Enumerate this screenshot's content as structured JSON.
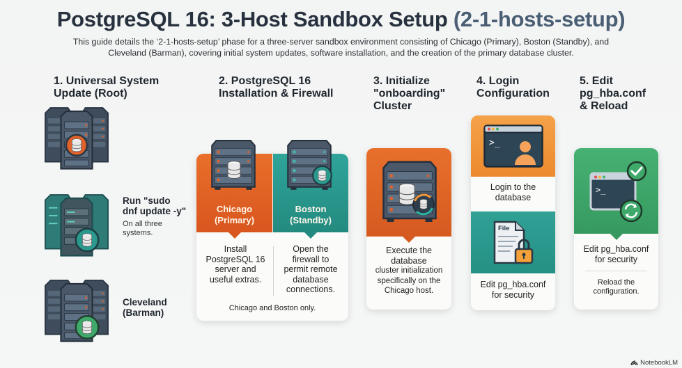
{
  "header": {
    "title_main": "PostgreSQL 16: 3-Host Sandbox Setup ",
    "title_sub": "(2-1-hosts-setup)",
    "subtitle": "This guide details the ‘2-1-hosts-setup’ phase for a three-server sandbox environment consisting of Chicago (Primary), Boston (Standby), and Cleveland (Barman), covering initial system updates, software installation, and the creation of the primary database cluster."
  },
  "colors": {
    "orange": "#e0622a",
    "teal": "#2a9a8e",
    "green": "#3fa96b",
    "amber": "#f0953a",
    "slate": "#3c4a5a"
  },
  "steps": [
    {
      "heading": "1. Universal System Update (Root)",
      "heading_l1": "1. Universal System",
      "heading_l2": "Update (Root)",
      "servers": [
        {
          "icon": "server-stack-orange-db-icon"
        },
        {
          "icon": "server-stack-teal-db-icon"
        },
        {
          "icon": "server-stack-green-db-icon"
        }
      ],
      "command_title_l1": "Run \"sudo",
      "command_title_l2": "dnf update -y\"",
      "command_note_l1": "On all three",
      "command_note_l2": "systems.",
      "cleveland_l1": "Cleveland",
      "cleveland_l2": "(Barman)"
    },
    {
      "heading_l1": "2. PostgreSQL 16",
      "heading_l2": "Installation & Firewall",
      "left": {
        "label_l1": "Chicago",
        "label_l2": "(Primary)",
        "text": [
          "Install",
          "PostgreSQL 16",
          "server and",
          "useful extras."
        ]
      },
      "right": {
        "label_l1": "Boston",
        "label_l2": "(Standby)",
        "text": [
          "Open the",
          "firewall to",
          "permit remote",
          "database",
          "connections."
        ]
      },
      "footer": "Chicago and Boston only."
    },
    {
      "heading_l1": "3. Initialize",
      "heading_l2": "\"onboarding\"",
      "heading_l3": "Cluster",
      "text": [
        "Execute the",
        "database",
        "cluster initialization",
        "specifically on the",
        "Chicago host."
      ]
    },
    {
      "heading_l1": "4. Login",
      "heading_l2": "Configuration",
      "top_text": [
        "Login to the",
        "database"
      ],
      "file_label": "File",
      "bottom_text": [
        "Edit pg_hba.conf",
        "for security"
      ]
    },
    {
      "heading_l1": "5. Edit",
      "heading_l2": "pg_hba.conf",
      "heading_l3": "& Reload",
      "text": [
        "Edit pg_hba.conf",
        "for security"
      ],
      "footer": [
        "Reload the",
        "configuration."
      ]
    }
  ],
  "brand": "NotebookLM"
}
